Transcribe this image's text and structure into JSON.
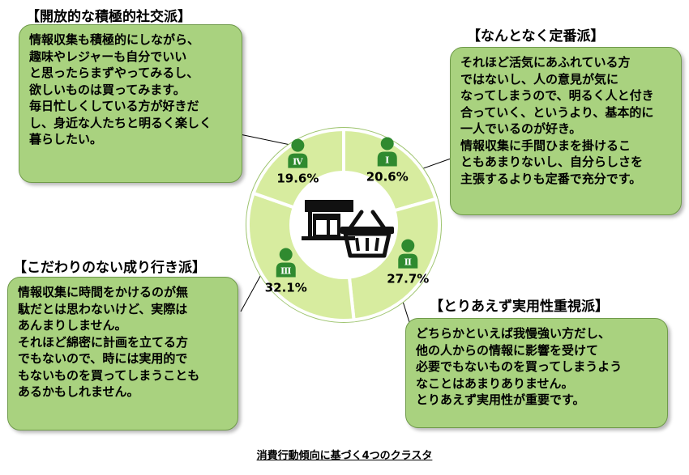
{
  "chart_data": {
    "type": "pie",
    "style": "donut",
    "caption": "消費行動傾向に基づく4つのクラスタ",
    "slices": [
      {
        "id": "I",
        "label": "Ⅰ",
        "percent_label": "20.6%",
        "value": 20.6
      },
      {
        "id": "II",
        "label": "Ⅱ",
        "percent_label": "27.7%",
        "value": 27.7
      },
      {
        "id": "III",
        "label": "Ⅲ",
        "percent_label": "32.1%",
        "value": 32.1
      },
      {
        "id": "IV",
        "label": "Ⅳ",
        "percent_label": "19.6%",
        "value": 19.6
      }
    ],
    "colors": {
      "slice": "#d7ec9f",
      "donut_border": "#9ec46f",
      "person_icon": "#2f8a2f",
      "center_icon": "#111111"
    }
  },
  "clusters": [
    {
      "title": "【開放的な積極的社交派】",
      "lines": [
        "情報収集も積極的にしながら、",
        "趣味やレジャーも自分でいい",
        "と思ったらまずやってみるし、",
        "欲しいものは買ってみます。",
        "毎日忙しくしている方が好きだ",
        "し、身近な人たちと明るく楽しく",
        "暮らしたい。"
      ]
    },
    {
      "title": "【なんとなく定番派】",
      "lines": [
        "それほど活気にあふれている方",
        "ではないし、人の意見が気に",
        "なってしまうので、明るく人と付き",
        "合っていく、というより、基本的に",
        "一人でいるのが好き。",
        "情報収集に手間ひまを掛けるこ",
        "ともあまりないし、自分らしさを",
        "主張するよりも定番で充分です。"
      ]
    },
    {
      "title": "【こだわりのない成り行き派】",
      "lines": [
        "情報収集に時間をかけるのが無",
        "駄だとは思わないけど、実際は",
        "あんまりしません。",
        "それほど綿密に計画を立てる方",
        "でもないので、時には実用的で",
        "もないものを買ってしまうことも",
        "あるかもしれません。"
      ]
    },
    {
      "title": "【とりあえず実用性重視派】",
      "lines": [
        "どちらかといえば我慢強い方だし、",
        "他の人からの情報に影響を受けて",
        "必要でもないものを買ってしまうよう",
        "なことはあまりありません。",
        "とりあえず実用性が重要です。"
      ]
    }
  ],
  "icons": {
    "person": "person-icon",
    "center": "shop-basket-icon"
  }
}
